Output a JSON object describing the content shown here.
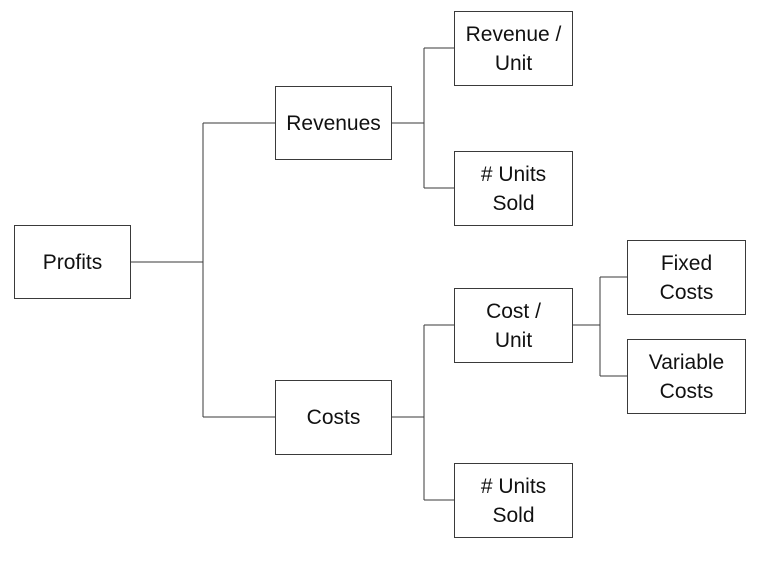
{
  "diagram": {
    "nodes": {
      "profits": "Profits",
      "revenues": "Revenues",
      "costs": "Costs",
      "revenue_per_unit": "Revenue /\nUnit",
      "units_sold_revenue": "# Units\nSold",
      "cost_per_unit": "Cost /\nUnit",
      "units_sold_cost": "# Units\nSold",
      "fixed_costs": "Fixed\nCosts",
      "variable_costs": "Variable\nCosts"
    },
    "edges": [
      [
        "profits",
        "revenues"
      ],
      [
        "profits",
        "costs"
      ],
      [
        "revenues",
        "revenue_per_unit"
      ],
      [
        "revenues",
        "units_sold_revenue"
      ],
      [
        "costs",
        "cost_per_unit"
      ],
      [
        "costs",
        "units_sold_cost"
      ],
      [
        "cost_per_unit",
        "fixed_costs"
      ],
      [
        "cost_per_unit",
        "variable_costs"
      ]
    ]
  }
}
